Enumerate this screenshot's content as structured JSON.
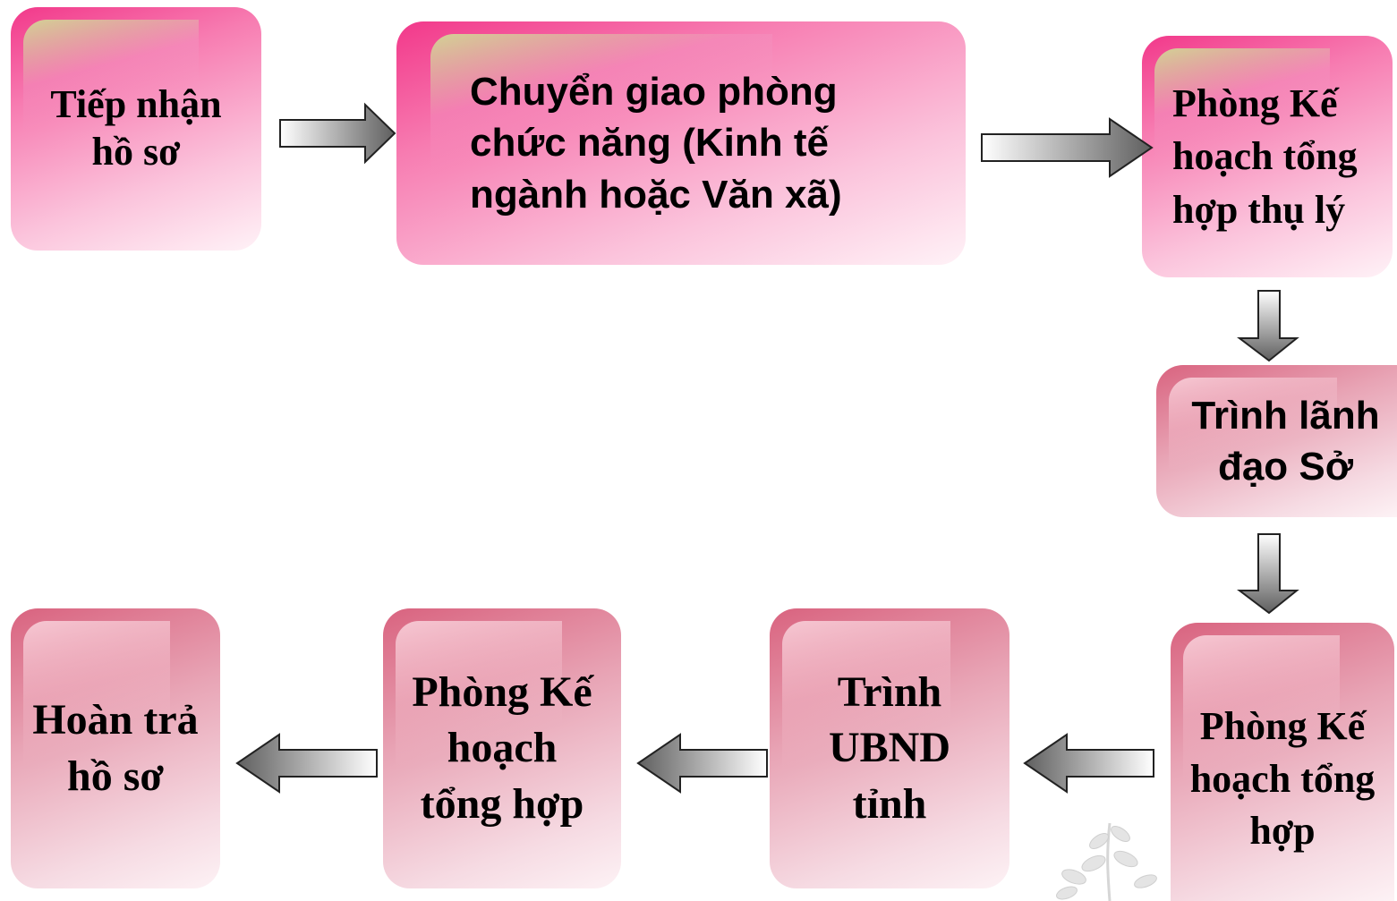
{
  "diagram": {
    "nodes": [
      {
        "id": "tiep-nhan",
        "text": "Tiếp nhận\nhồ sơ"
      },
      {
        "id": "chuyen-giao",
        "text": "Chuyển giao phòng\nchức năng (Kinh tế\nngành hoặc Văn xã)"
      },
      {
        "id": "phong-ke-hoach-thu-ly",
        "text": "Phòng Kế\nhoạch tổng\nhợp thụ lý"
      },
      {
        "id": "trinh-lanh-dao",
        "text": "Trình lãnh\nđạo Sở"
      },
      {
        "id": "phong-ke-hoach-tong-hop-1",
        "text": "Phòng Kế\nhoạch tổng\nhợp"
      },
      {
        "id": "trinh-ubnd",
        "text": "Trình\nUBND\ntỉnh"
      },
      {
        "id": "phong-ke-hoach-tong-hop-2",
        "text": "Phòng Kế\nhoạch\ntổng hợp"
      },
      {
        "id": "hoan-tra",
        "text": "Hoàn trả\nhồ sơ"
      }
    ],
    "edges": [
      {
        "from": "tiep-nhan",
        "to": "chuyen-giao"
      },
      {
        "from": "chuyen-giao",
        "to": "phong-ke-hoach-thu-ly"
      },
      {
        "from": "phong-ke-hoach-thu-ly",
        "to": "trinh-lanh-dao"
      },
      {
        "from": "trinh-lanh-dao",
        "to": "phong-ke-hoach-tong-hop-1"
      },
      {
        "from": "phong-ke-hoach-tong-hop-1",
        "to": "trinh-ubnd"
      },
      {
        "from": "trinh-ubnd",
        "to": "phong-ke-hoach-tong-hop-2"
      },
      {
        "from": "phong-ke-hoach-tong-hop-2",
        "to": "hoan-tra"
      }
    ]
  },
  "colors": {
    "bright_pink": "#f2388a",
    "muted_pink": "#d9637f",
    "arrow_gray": "#6e6e6e",
    "text": "#000000"
  },
  "icons": {
    "arrow": "block-arrow-icon",
    "decoration": "leaf-sprig-icon"
  }
}
